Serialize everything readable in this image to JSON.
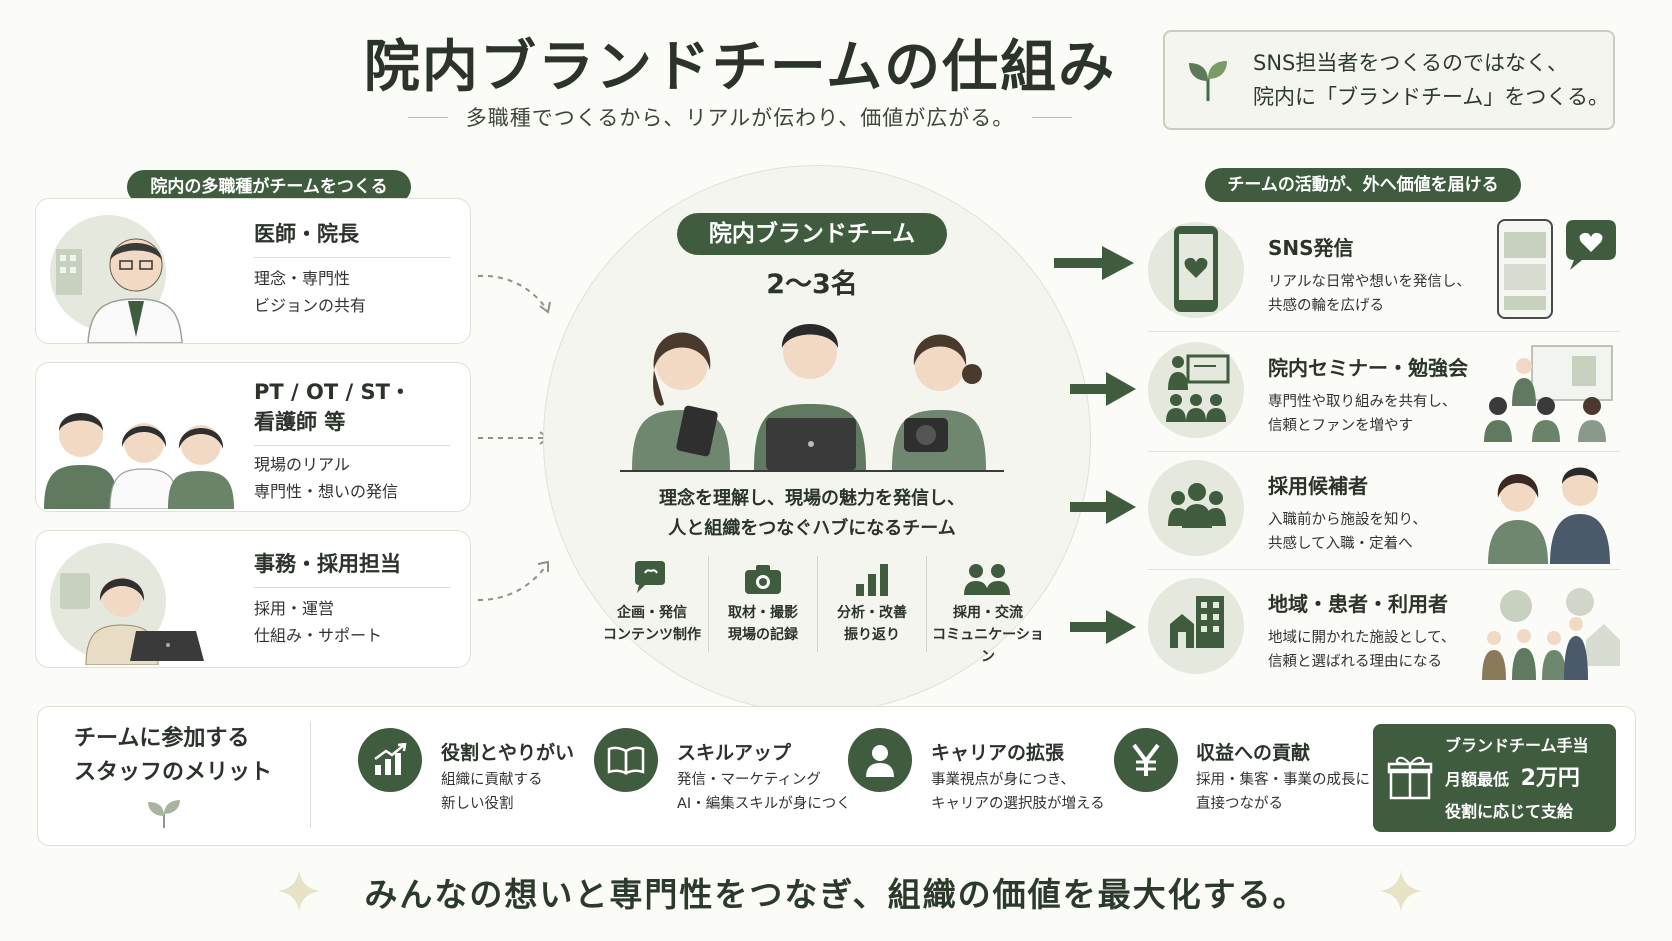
{
  "header": {
    "title": "院内ブランドチームの仕組み",
    "subtitle": "多職種でつくるから、リアルが伝わり、価値が広がる。",
    "callout_line1": "SNS担当者をつくるのではなく、",
    "callout_line2": "院内に「ブランドチーム」をつくる。"
  },
  "left": {
    "header": "院内の多職種がチームをつくる",
    "cards": [
      {
        "title": "医師・院長",
        "desc1": "理念・専門性",
        "desc2": "ビジョンの共有"
      },
      {
        "title": "PT / OT / ST・",
        "title2": "看護師 等",
        "desc1": "現場のリアル",
        "desc2": "専門性・想いの発信"
      },
      {
        "title": "事務・採用担当",
        "desc1": "採用・運営",
        "desc2": "仕組み・サポート"
      }
    ]
  },
  "center": {
    "label": "院内ブランドチーム",
    "count": "2～3名",
    "desc1": "理念を理解し、現場の魅力を発信し、",
    "desc2": "人と組織をつなぐハブになるチーム",
    "activities": [
      {
        "line1": "企画・発信",
        "line2": "コンテンツ制作",
        "icon": "chat-bubble-icon"
      },
      {
        "line1": "取材・撮影",
        "line2": "現場の記録",
        "icon": "camera-icon"
      },
      {
        "line1": "分析・改善",
        "line2": "振り返り",
        "icon": "bar-chart-icon"
      },
      {
        "line1": "採用・交流",
        "line2": "コミュニケーション",
        "icon": "people-icon"
      }
    ]
  },
  "right": {
    "header": "チームの活動が、外へ価値を届ける",
    "rows": [
      {
        "title": "SNS発信",
        "desc1": "リアルな日常や想いを発信し、",
        "desc2": "共感の輪を広げる"
      },
      {
        "title": "院内セミナー・勉強会",
        "desc1": "専門性や取り組みを共有し、",
        "desc2": "信頼とファンを増やす"
      },
      {
        "title": "採用候補者",
        "desc1": "入職前から施設を知り、",
        "desc2": "共感して入職・定着へ"
      },
      {
        "title": "地域・患者・利用者",
        "desc1": "地域に開かれた施設として、",
        "desc2": "信頼と選ばれる理由になる"
      }
    ]
  },
  "merits": {
    "heading1": "チームに参加する",
    "heading2": "スタッフのメリット",
    "items": [
      {
        "title": "役割とやりがい",
        "desc1": "組織に貢献する",
        "desc2": "新しい役割"
      },
      {
        "title": "スキルアップ",
        "desc1": "発信・マーケティング",
        "desc2": "AI・編集スキルが身につく"
      },
      {
        "title": "キャリアの拡張",
        "desc1": "事業視点が身につき、",
        "desc2": "キャリアの選択肢が増える"
      },
      {
        "title": "収益への貢献",
        "desc1": "採用・集客・事業の成長に",
        "desc2": "直接つながる"
      }
    ],
    "allowance": {
      "line1": "ブランドチーム手当",
      "line2_prefix": "月額最低",
      "line2_amount": "2万円",
      "line3": "役割に応じて支給"
    }
  },
  "footer": {
    "slogan": "みんなの想いと専門性をつなぎ、組織の価値を最大化する。"
  },
  "colors": {
    "primary": "#3f5c3f",
    "light": "#e4e8dd",
    "background": "#fbfbf8"
  }
}
